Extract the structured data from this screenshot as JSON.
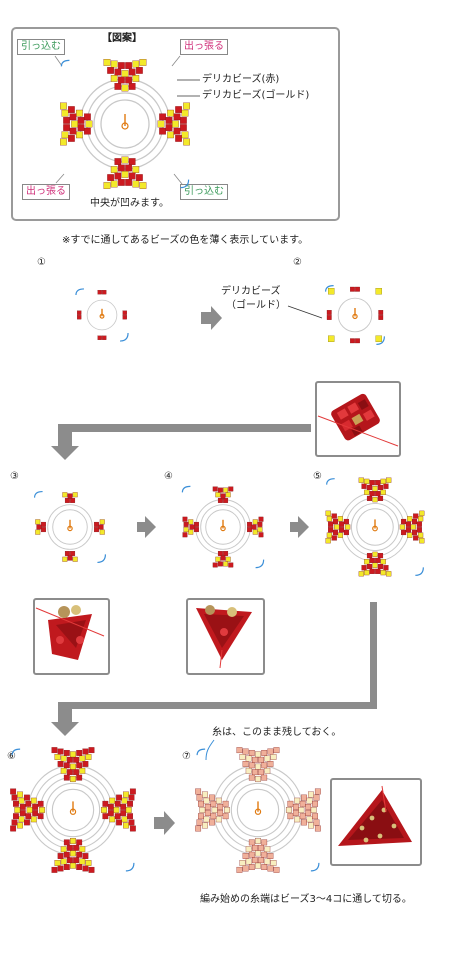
{
  "colors": {
    "red": "#cc1a20",
    "gold": "#f3e92a",
    "pale_red": "#f0b09a",
    "pale_gold": "#f8eec0",
    "thread_blue": "#3b8fd8",
    "guide_gray": "#c8c8c8",
    "center_orange": "#e07a10",
    "arrow_gray": "#8c8c8c"
  },
  "legend": {
    "title": "【図案】",
    "pull_in_top_left": "引っ込む",
    "pull_out_top_right": "出っ張る",
    "pull_out_bottom_left": "出っ張る",
    "pull_in_bottom_right": "引っ込む",
    "bead_red": "デリカビーズ(赤)",
    "bead_gold": "デリカビーズ(ゴールド)",
    "center_note": "中央が凹みます。"
  },
  "note": "※すでに通してあるビーズの色を薄く表示しています。",
  "steps": {
    "s1": "①",
    "s2": "②",
    "s3": "③",
    "s4": "④",
    "s5": "⑤",
    "s6": "⑥",
    "s7": "⑦"
  },
  "callout": {
    "line1": "デリカビーズ",
    "line2": "（ゴールド）"
  },
  "thread_note": "糸は、このまま残しておく。",
  "end_note": "編み始めの糸端はビーズ3〜4コに通して切る。"
}
